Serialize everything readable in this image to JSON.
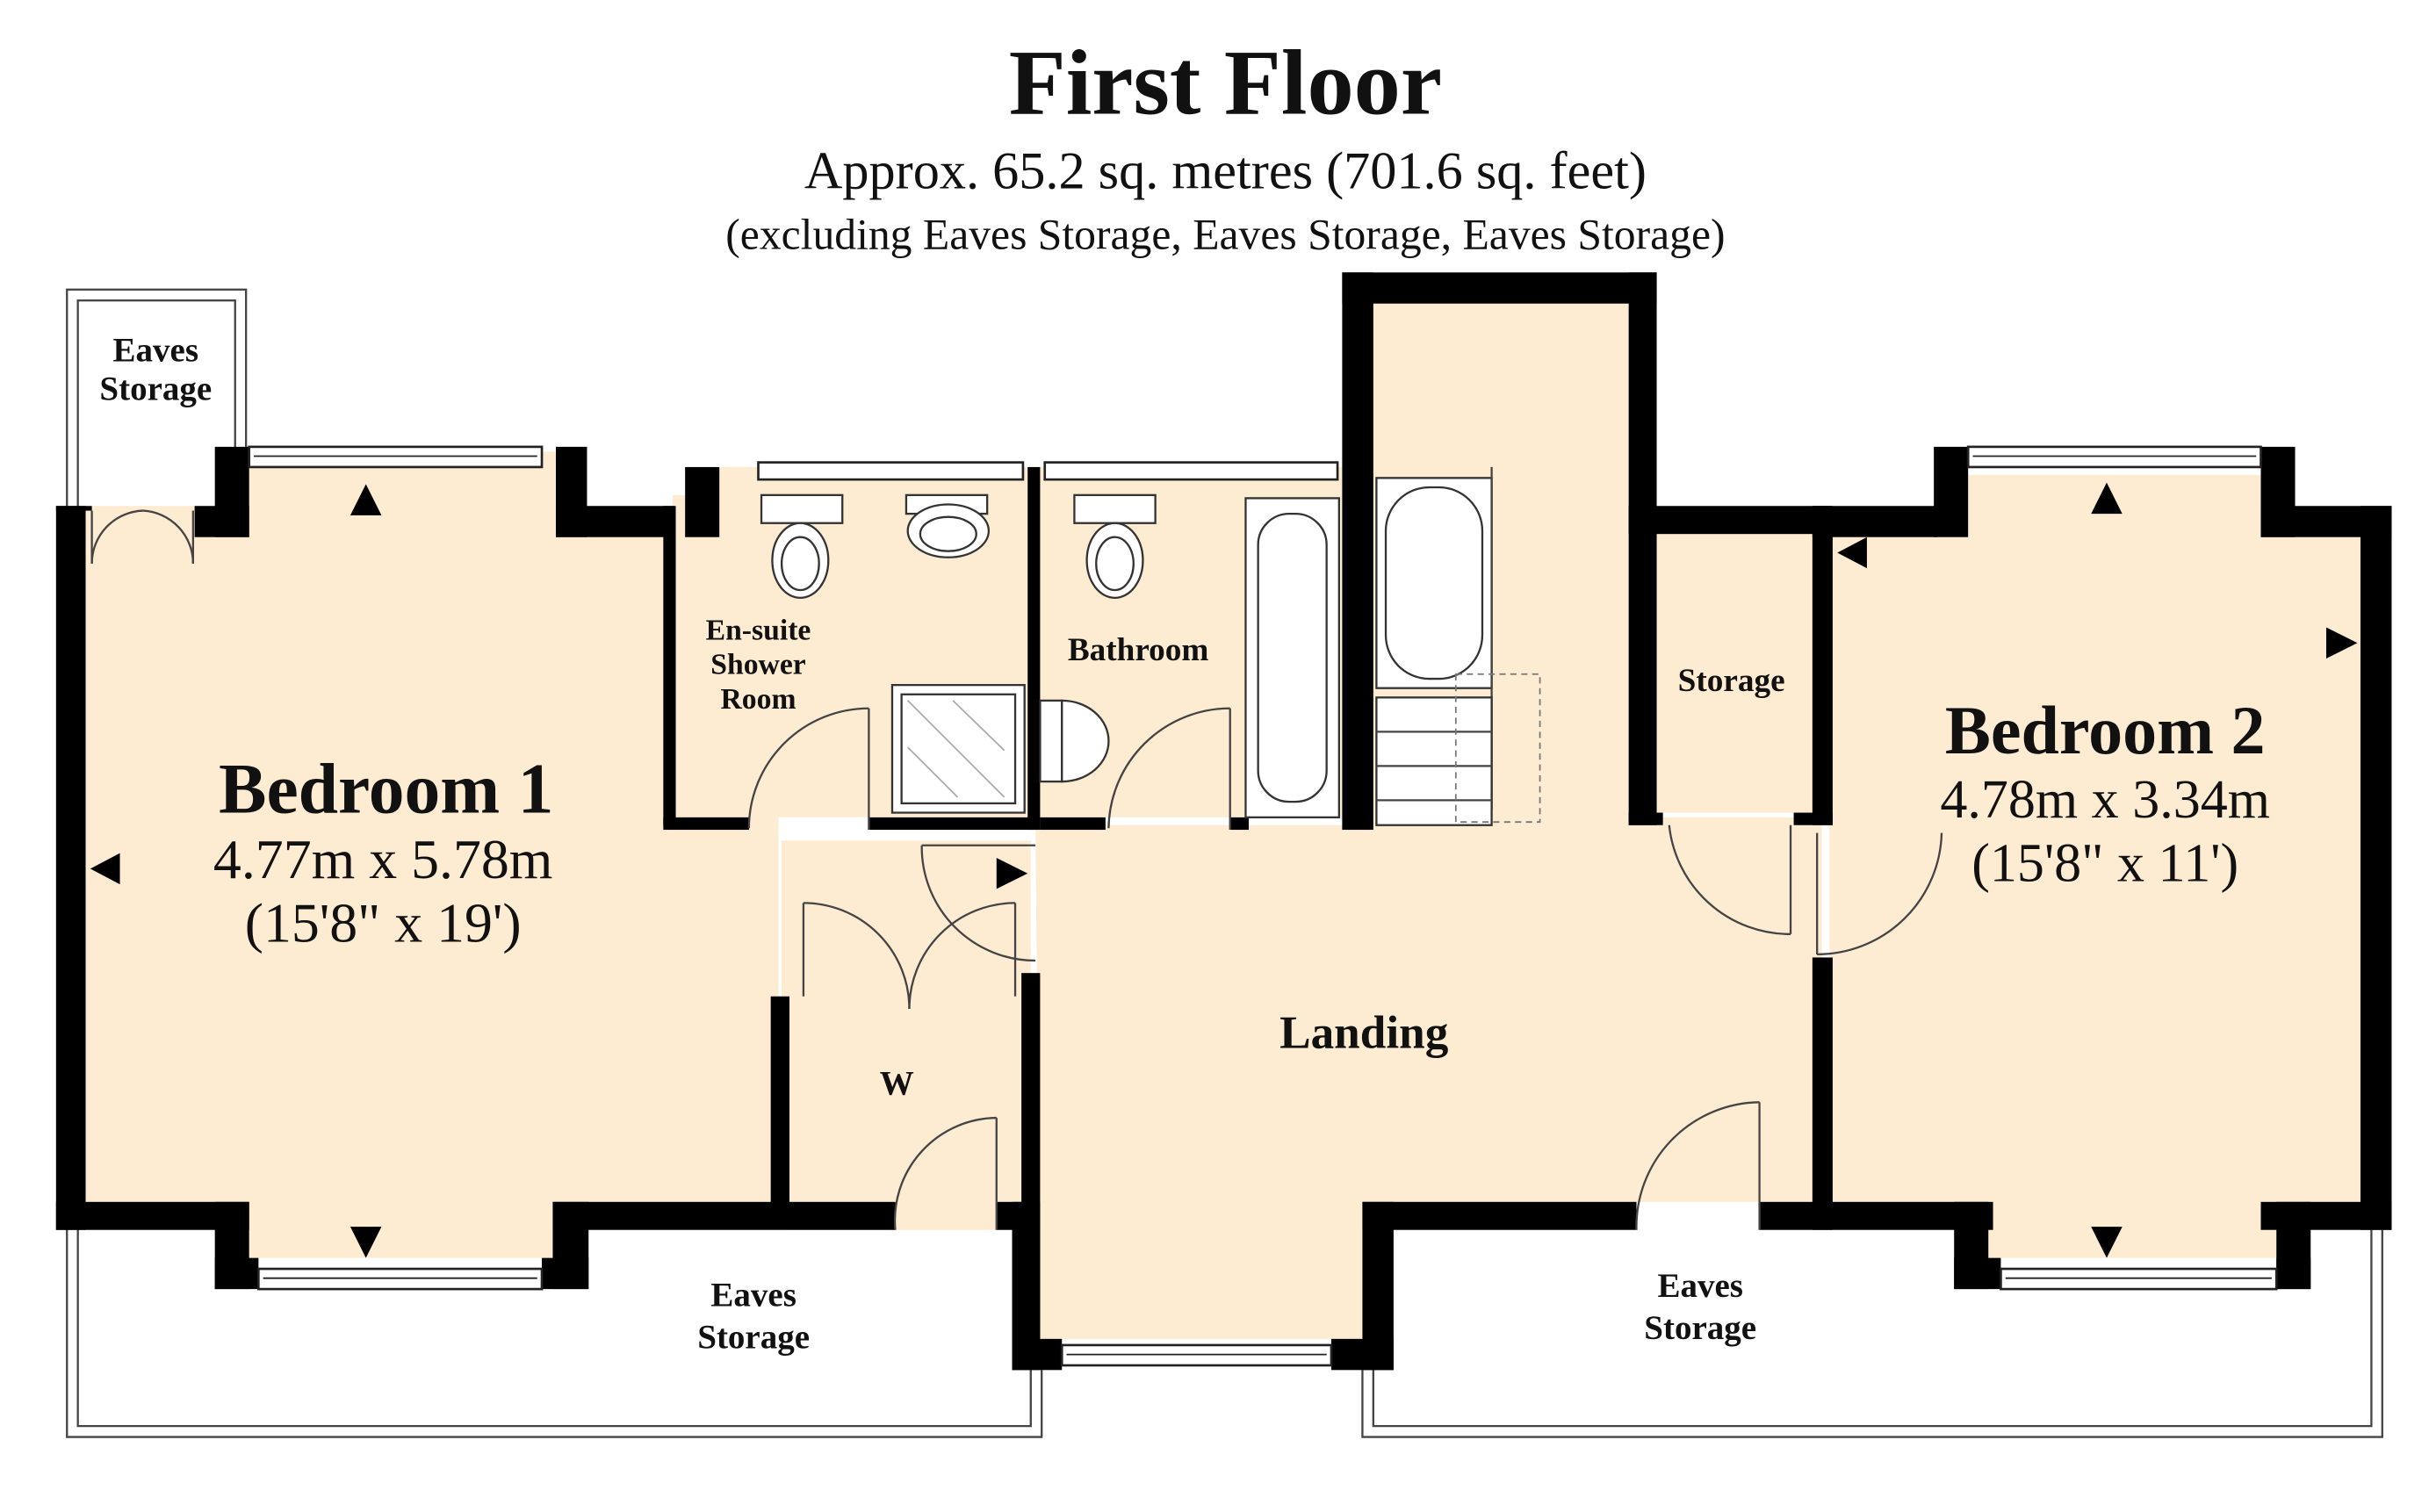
{
  "title": "First Floor",
  "area_line": "Approx. 65.2 sq. metres (701.6 sq. feet)",
  "exclusion_line": "(excluding Eaves Storage, Eaves Storage, Eaves Storage)",
  "rooms": {
    "bedroom1": {
      "name": "Bedroom 1",
      "size_metric": "4.77m x 5.78m",
      "size_imperial": "(15'8\" x 19')"
    },
    "bedroom2": {
      "name": "Bedroom 2",
      "size_metric": "4.78m x 3.34m",
      "size_imperial": "(15'8\" x 11')"
    },
    "ensuite": {
      "line1": "En-suite",
      "line2": "Shower",
      "line3": "Room"
    },
    "bathroom": {
      "name": "Bathroom"
    },
    "landing": {
      "name": "Landing"
    },
    "wardrobe": {
      "name": "W"
    },
    "storage": {
      "name": "Storage"
    },
    "eaves_top_left": {
      "line1": "Eaves",
      "line2": "Storage"
    },
    "eaves_bottom_left": {
      "line1": "Eaves",
      "line2": "Storage"
    },
    "eaves_bottom_right": {
      "line1": "Eaves",
      "line2": "Storage"
    }
  },
  "colors": {
    "floor": "#fdebd2",
    "wall": "#000000"
  }
}
